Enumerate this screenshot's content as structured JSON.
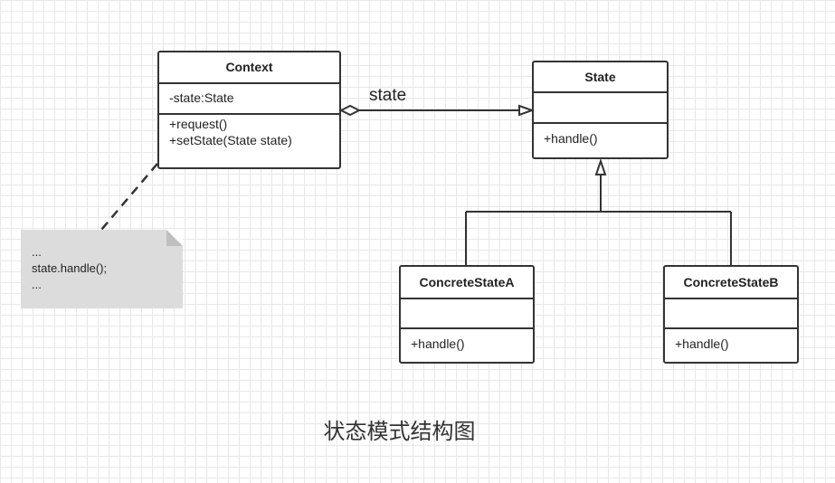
{
  "classes": {
    "context": {
      "name": "Context",
      "attributes": [
        "-state:State"
      ],
      "methods": [
        "+request()",
        "+setState(State state)"
      ]
    },
    "state": {
      "name": "State",
      "attributes": [],
      "methods": [
        "+handle()"
      ]
    },
    "concrete_a": {
      "name": "ConcreteStateA",
      "attributes": [],
      "methods": [
        "+handle()"
      ]
    },
    "concrete_b": {
      "name": "ConcreteStateB",
      "attributes": [],
      "methods": [
        "+handle()"
      ]
    }
  },
  "association": {
    "label": "state"
  },
  "note": {
    "lines": [
      "...",
      "state.handle();",
      "..."
    ]
  },
  "caption": "状态模式结构图",
  "colors": {
    "line": "#333333",
    "note_fill": "#dcdcdc",
    "grid": "#e8e8e8"
  }
}
